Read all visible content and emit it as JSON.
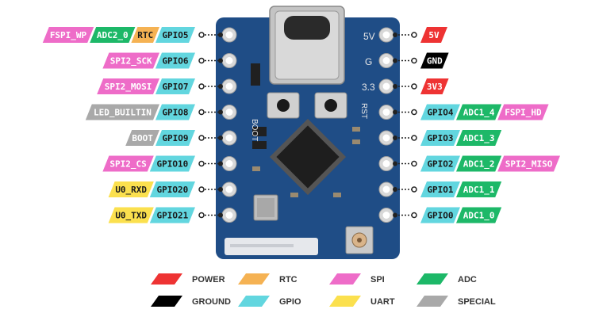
{
  "colors": {
    "power": "#ee3333",
    "ground": "#000000",
    "gpio": "#62d6df",
    "adc": "#1db868",
    "rtc": "#f5b253",
    "spi": "#ee6cc8",
    "uart": "#fbe04e",
    "special": "#a9a9a9",
    "board": "#1f4d86",
    "connector": "#bcbcbc"
  },
  "board_pin_labels": {
    "five_volt": "5V",
    "ground": "G",
    "three_volt": "3.3",
    "boot": "BOOT",
    "reset": "RST"
  },
  "left_pins": [
    {
      "tags": [
        {
          "text": "FSPI_WP",
          "type": "spi"
        },
        {
          "text": "ADC2_0",
          "type": "adc"
        },
        {
          "text": "RTC",
          "type": "rtc"
        },
        {
          "text": "GPIO5",
          "type": "gpio"
        }
      ]
    },
    {
      "tags": [
        {
          "text": "SPI2_SCK",
          "type": "spi"
        },
        {
          "text": "GPIO6",
          "type": "gpio"
        }
      ]
    },
    {
      "tags": [
        {
          "text": "SPI2_MOSI",
          "type": "spi"
        },
        {
          "text": "GPIO7",
          "type": "gpio"
        }
      ]
    },
    {
      "tags": [
        {
          "text": "LED_BUILTIN",
          "type": "special"
        },
        {
          "text": "GPIO8",
          "type": "gpio"
        }
      ]
    },
    {
      "tags": [
        {
          "text": "BOOT",
          "type": "special"
        },
        {
          "text": "GPIO9",
          "type": "gpio"
        }
      ]
    },
    {
      "tags": [
        {
          "text": "SPI2_CS",
          "type": "spi"
        },
        {
          "text": "GPIO10",
          "type": "gpio"
        }
      ]
    },
    {
      "tags": [
        {
          "text": "U0_RXD",
          "type": "uart"
        },
        {
          "text": "GPIO20",
          "type": "gpio"
        }
      ]
    },
    {
      "tags": [
        {
          "text": "U0_TXD",
          "type": "uart"
        },
        {
          "text": "GPIO21",
          "type": "gpio"
        }
      ]
    }
  ],
  "right_pins": [
    {
      "tags": [
        {
          "text": "5V",
          "type": "power"
        }
      ]
    },
    {
      "tags": [
        {
          "text": "GND",
          "type": "ground"
        }
      ]
    },
    {
      "tags": [
        {
          "text": "3V3",
          "type": "power"
        }
      ]
    },
    {
      "tags": [
        {
          "text": "GPIO4",
          "type": "gpio"
        },
        {
          "text": "ADC1_4",
          "type": "adc"
        },
        {
          "text": "FSPI_HD",
          "type": "spi"
        }
      ]
    },
    {
      "tags": [
        {
          "text": "GPIO3",
          "type": "gpio"
        },
        {
          "text": "ADC1_3",
          "type": "adc"
        }
      ]
    },
    {
      "tags": [
        {
          "text": "GPIO2",
          "type": "gpio"
        },
        {
          "text": "ADC1_2",
          "type": "adc"
        },
        {
          "text": "SPI2_MISO",
          "type": "spi"
        }
      ]
    },
    {
      "tags": [
        {
          "text": "GPIO1",
          "type": "gpio"
        },
        {
          "text": "ADC1_1",
          "type": "adc"
        }
      ]
    },
    {
      "tags": [
        {
          "text": "GPIO0",
          "type": "gpio"
        },
        {
          "text": "ADC1_0",
          "type": "adc"
        }
      ]
    }
  ],
  "legend": [
    {
      "label": "POWER",
      "type": "power"
    },
    {
      "label": "RTC",
      "type": "rtc"
    },
    {
      "label": "SPI",
      "type": "spi"
    },
    {
      "label": "ADC",
      "type": "adc"
    },
    {
      "label": "GROUND",
      "type": "ground"
    },
    {
      "label": "GPIO",
      "type": "gpio"
    },
    {
      "label": "UART",
      "type": "uart"
    },
    {
      "label": "SPECIAL",
      "type": "special"
    }
  ]
}
